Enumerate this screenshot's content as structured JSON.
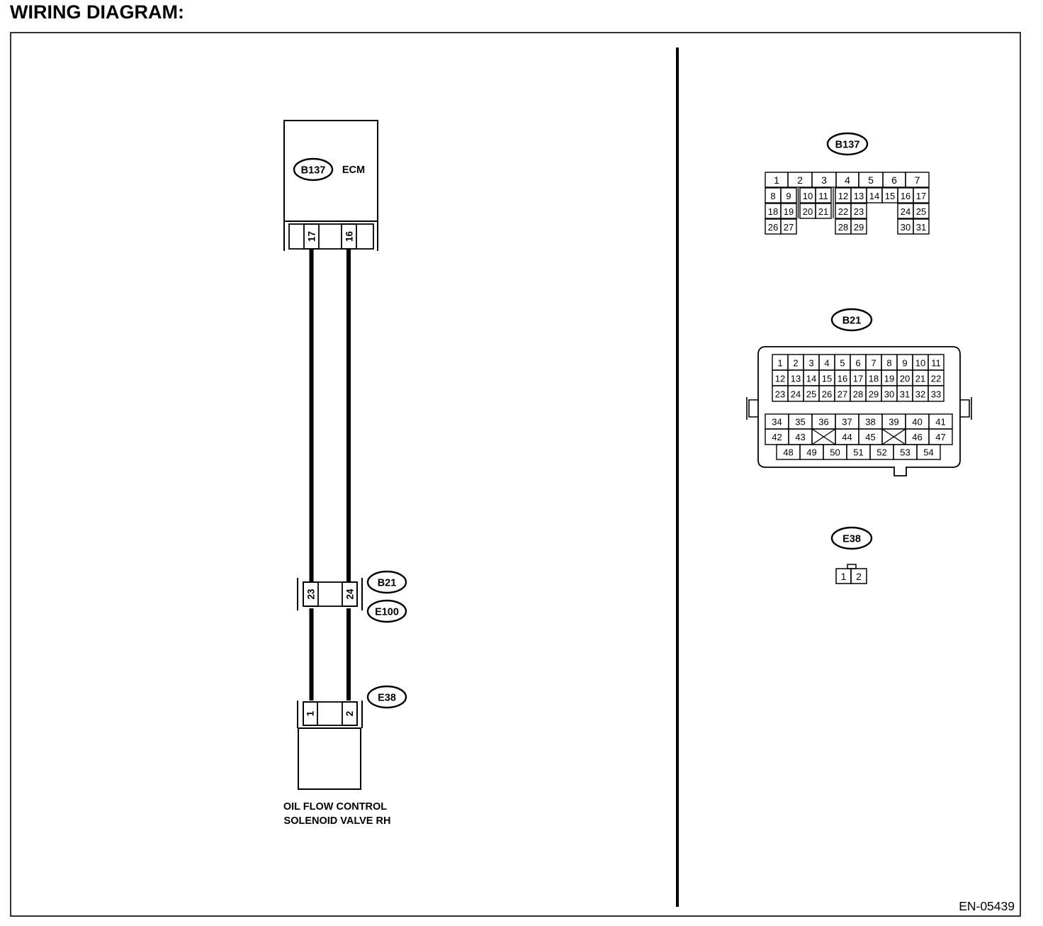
{
  "title": "WIRING DIAGRAM:",
  "figure_code": "EN-05439",
  "ecm": {
    "connector_id": "B137",
    "label": "ECM",
    "terminals": [
      "17",
      "16"
    ]
  },
  "intermediate_connector": {
    "ids": [
      "B21",
      "E100"
    ],
    "terminals": [
      "23",
      "24"
    ]
  },
  "solenoid": {
    "connector_id": "E38",
    "terminals": [
      "1",
      "2"
    ],
    "label_line1": "OIL FLOW CONTROL",
    "label_line2": "SOLENOID VALVE RH"
  },
  "connector_views": {
    "b137": {
      "id": "B137",
      "rows": [
        [
          "1",
          "2",
          "3",
          "4",
          "5",
          "6",
          "7"
        ],
        [
          "8",
          "9",
          "10",
          "11",
          "12",
          "13",
          "14",
          "15",
          "16",
          "17"
        ],
        [
          "18",
          "19",
          "20",
          "21",
          "22",
          "23",
          "24",
          "25"
        ],
        [
          "26",
          "27",
          "28",
          "29",
          "30",
          "31"
        ]
      ]
    },
    "b21": {
      "id": "B21",
      "rows": [
        [
          "1",
          "2",
          "3",
          "4",
          "5",
          "6",
          "7",
          "8",
          "9",
          "10",
          "11"
        ],
        [
          "12",
          "13",
          "14",
          "15",
          "16",
          "17",
          "18",
          "19",
          "20",
          "21",
          "22"
        ],
        [
          "23",
          "24",
          "25",
          "26",
          "27",
          "28",
          "29",
          "30",
          "31",
          "32",
          "33"
        ],
        [
          "34",
          "35",
          "36",
          "37",
          "38",
          "39",
          "40",
          "41"
        ],
        [
          "42",
          "43",
          "44",
          "45",
          "46",
          "47"
        ],
        [
          "48",
          "49",
          "50",
          "51",
          "52",
          "53",
          "54"
        ]
      ]
    },
    "e38": {
      "id": "E38",
      "terminals": [
        "1",
        "2"
      ]
    }
  }
}
